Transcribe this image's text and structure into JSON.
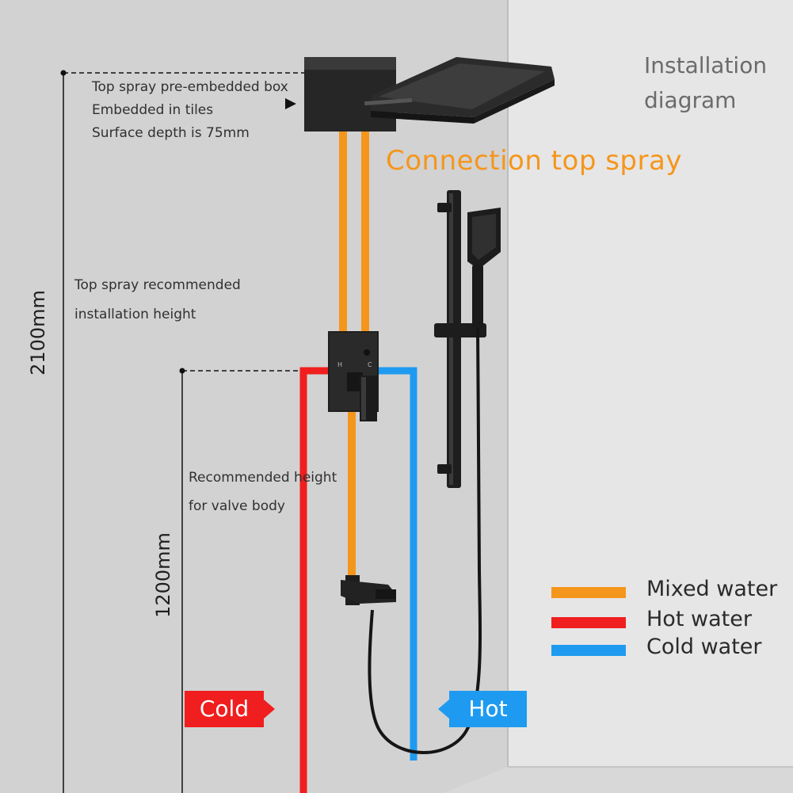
{
  "title": "Installation diagram",
  "title_lines": [
    "Installation",
    "diagram"
  ],
  "connection_label": "Connection top spray",
  "annotations": {
    "embedded_box": [
      "Top spray pre-embedded box",
      "Embedded in tiles",
      "Surface depth is 75mm"
    ],
    "top_spray_height": [
      "Top spray recommended",
      "installation height"
    ],
    "valve_height": [
      "Recommended height",
      "for valve body"
    ]
  },
  "dimensions": {
    "overall": "2100mm",
    "valve": "1200mm"
  },
  "legend": [
    {
      "label": "Mixed water",
      "color": "#f5961c"
    },
    {
      "label": "Hot water",
      "color": "#f01e1e"
    },
    {
      "label": "Cold water",
      "color": "#1e9bf0"
    }
  ],
  "tags": {
    "cold": {
      "label": "Cold",
      "color": "#f01e1e"
    },
    "hot": {
      "label": "Hot",
      "color": "#1e9bf0"
    }
  },
  "colors": {
    "background": "#d2d2d2",
    "wall_right": "#e6e6e6",
    "fixture": "#1c1c1c"
  },
  "icons": [
    "rain-shower-head",
    "mixing-valve",
    "slide-bar",
    "hand-shower",
    "tub-spout",
    "shower-hose"
  ]
}
